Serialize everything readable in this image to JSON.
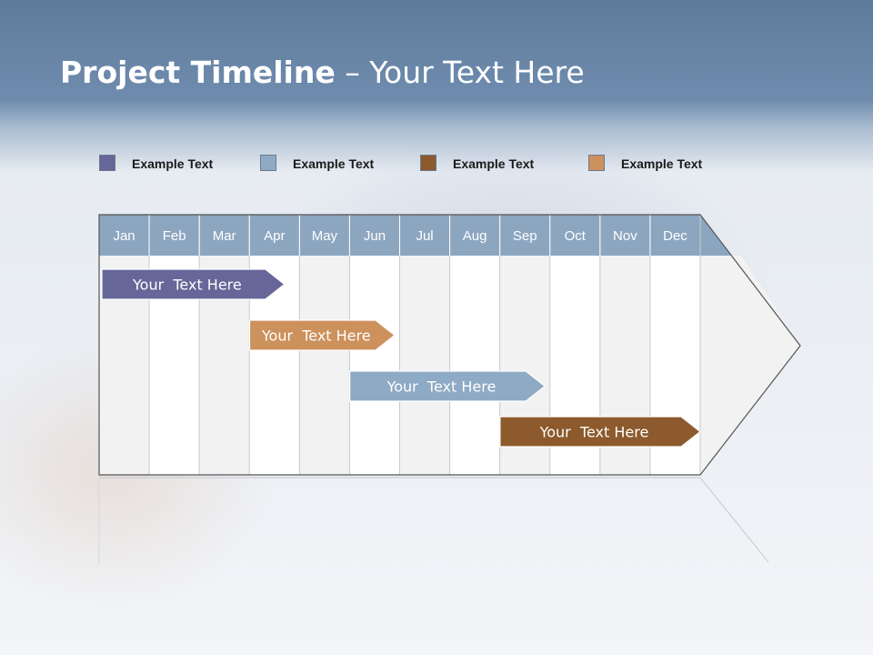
{
  "slide": {
    "title_bold": "Project Timeline",
    "title_rest": " – Your Text Here"
  },
  "legend": [
    {
      "label": "Example Text",
      "color": "#666699"
    },
    {
      "label": "Example Text",
      "color": "#8eaac4"
    },
    {
      "label": "Example Text",
      "color": "#8c5a2c"
    },
    {
      "label": "Example Text",
      "color": "#cc915c"
    }
  ],
  "timeline": {
    "months": [
      "Jan",
      "Feb",
      "Mar",
      "Apr",
      "May",
      "Jun",
      "Jul",
      "Aug",
      "Sep",
      "Oct",
      "Nov",
      "Dec"
    ],
    "header_color": "#8da6c0",
    "tasks": [
      {
        "label": "Your  Text Here",
        "start_month": 0.0,
        "end_month": 3.7,
        "color": "#666699"
      },
      {
        "label": "Your  Text Here",
        "start_month": 2.95,
        "end_month": 5.9,
        "color": "#cc915c"
      },
      {
        "label": "Your  Text Here",
        "start_month": 4.95,
        "end_month": 8.9,
        "color": "#8eaac4"
      },
      {
        "label": "Your  Text Here",
        "start_month": 7.95,
        "end_month": 12.0,
        "color": "#8c5a2c"
      }
    ]
  }
}
